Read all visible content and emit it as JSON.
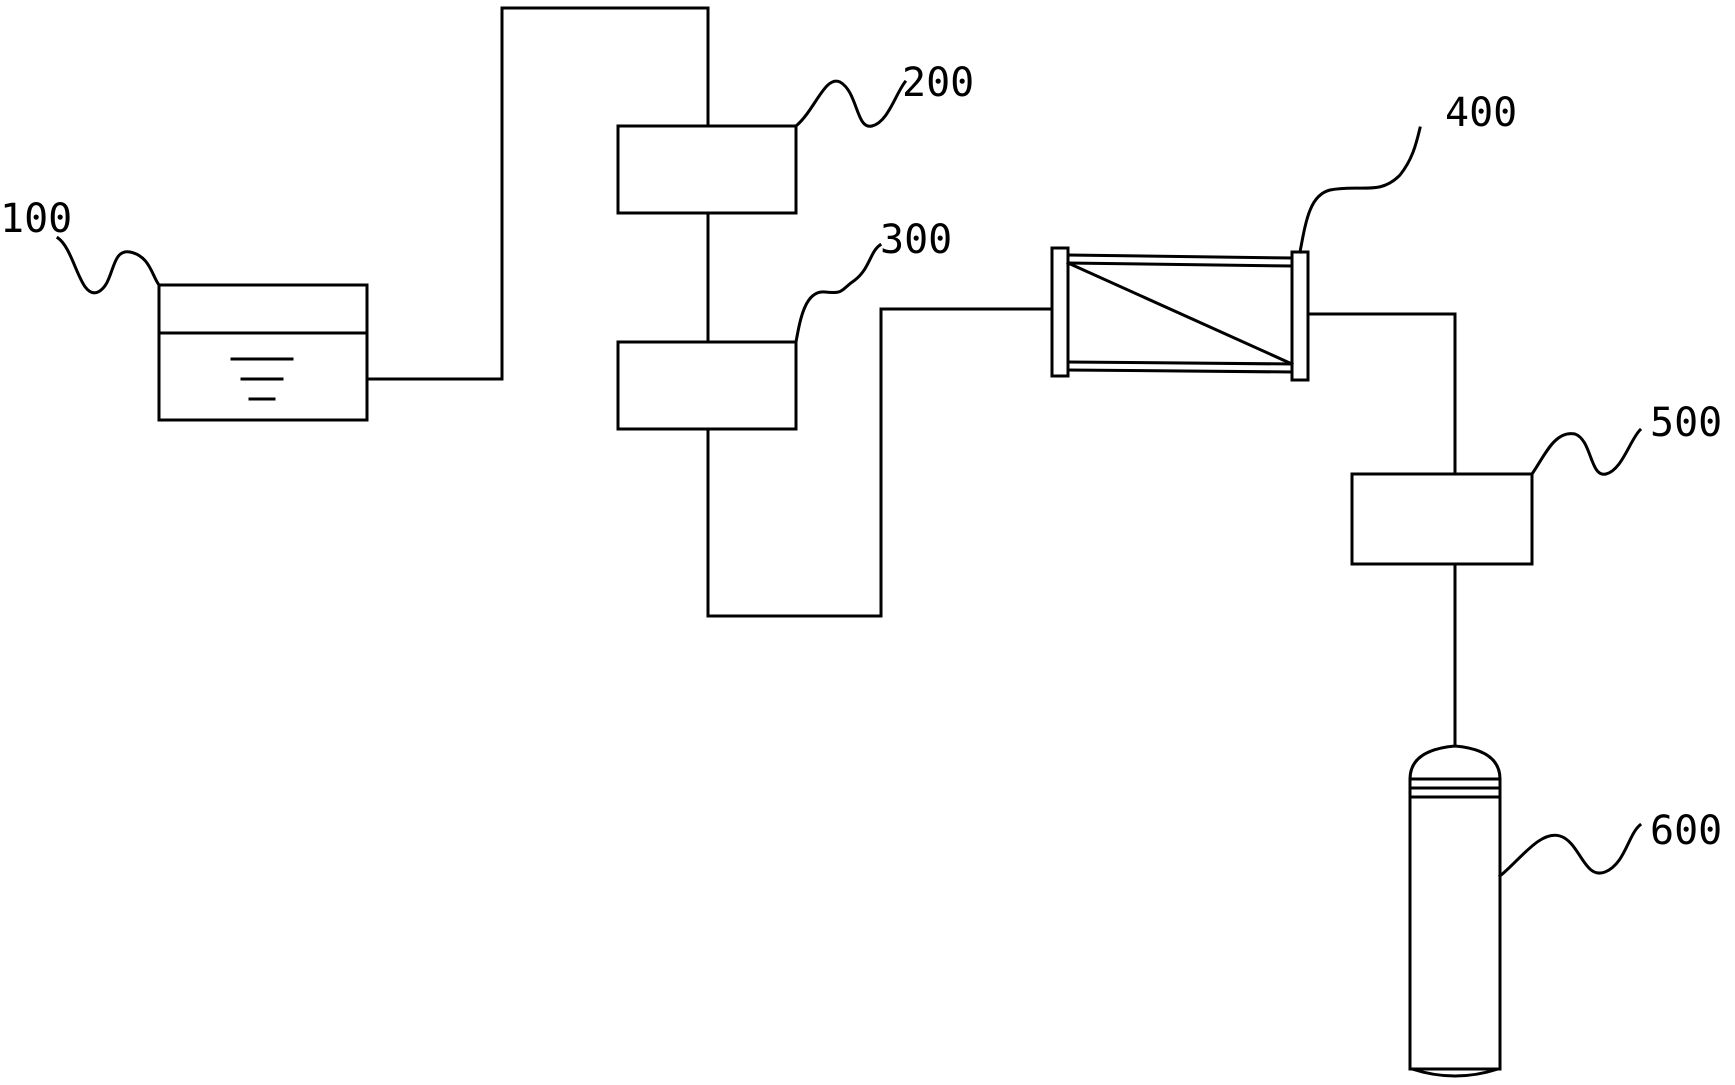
{
  "labels": {
    "tank": "100",
    "unit_upper": "200",
    "unit_lower": "300",
    "filter": "400",
    "unit_right": "500",
    "cylinder": "600"
  },
  "colors": {
    "line": "#000000",
    "background": "#ffffff"
  }
}
